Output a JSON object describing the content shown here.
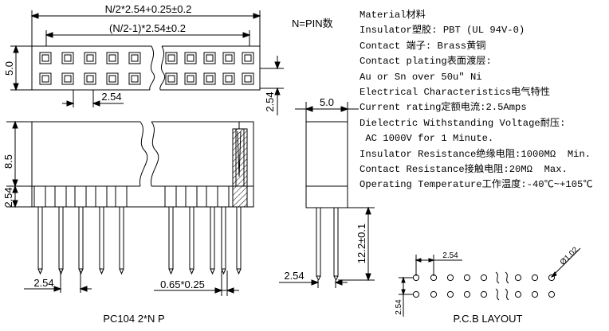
{
  "title": "PC104 2*N P",
  "pcb_title": "P.C.B LAYOUT",
  "pin_note": "N=PIN数",
  "dimensions": {
    "overall_width": "N/2*2.54+0.25±0.2",
    "pitch_span": "(N/2-1)*2.54±0.2",
    "top_height": "5.0",
    "top_pitch": "2.54",
    "top_right_pitch": "2.54",
    "body_height": "8.5",
    "base_height": "2.54",
    "pin_pitch": "2.54",
    "pin_size": "0.65*0.25",
    "side_width": "5.0",
    "pin_length": "12.2±0.1",
    "side_pitch": "2.54",
    "pcb_pitch_h": "2.54",
    "pcb_pitch_v": "2.54",
    "hole_dia": "Ø1.02"
  },
  "specs": [
    "Material材料",
    "Insulator塑胶: PBT (UL 94V-0)",
    "Contact 端子: Brass黄铜",
    "Contact plating表面渡层:",
    "Au or Sn over 50u\" Ni",
    "Electrical Characteristics电气特性",
    "Current rating定额电流:2.5Amps",
    "Dielectric Withstanding Voltage耐压:",
    " AC 1000V for 1 Minute.",
    "Insulator Resistance绝缘电阻:1000MΩ  Min.",
    "Contact Resistance接触电阻:20MΩ  Max.",
    "Operating Temperature工作温度:-40℃~+105℃"
  ]
}
